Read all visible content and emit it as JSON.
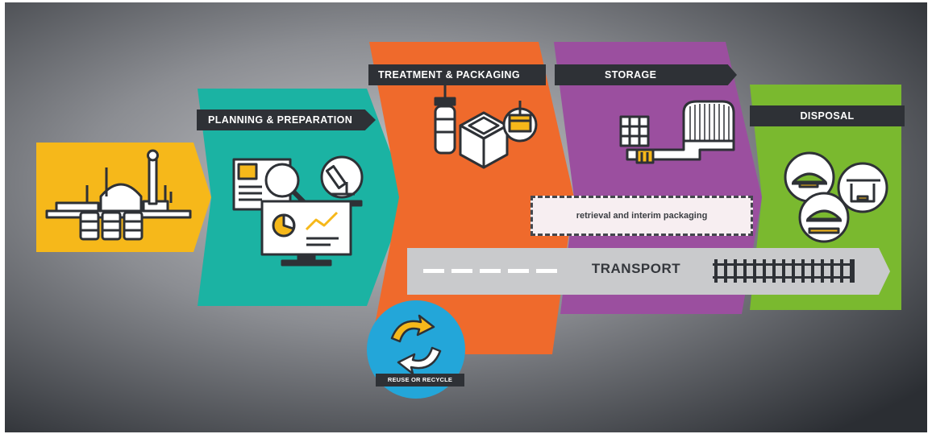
{
  "stages": {
    "planning": "PLANNING & PREPARATION",
    "treatment": "TREATMENT & PACKAGING",
    "storage": "STORAGE",
    "disposal": "DISPOSAL"
  },
  "retrieval_label": "retrieval and interim packaging",
  "transport_label": "TRANSPORT",
  "reuse_label": "REUSE OR RECYCLE",
  "colors": {
    "background_dark": "#2b2e33",
    "background_glow": "#c2c3c6",
    "facility_yellow": "#f6b81a",
    "planning_teal": "#1bb3a3",
    "treatment_orange": "#ef6a2c",
    "storage_purple": "#9b4f9f",
    "disposal_green": "#7ab92f",
    "reuse_blue": "#23a6d9",
    "label_dark": "#2e3136",
    "transport_gray": "#c9cacc"
  },
  "icons": {
    "facility": "nuclear-plant-icon",
    "planning": [
      "document-search-icon",
      "microscope-icon",
      "monitor-chart-icon"
    ],
    "treatment": [
      "crane-canister-icon",
      "concrete-container-icon",
      "package-icon"
    ],
    "storage": [
      "storage-facility-icon"
    ],
    "disposal": [
      "repository-tunnel-icons"
    ],
    "transport": "railway-track-icon",
    "reuse": "recycle-arrows-icon"
  }
}
